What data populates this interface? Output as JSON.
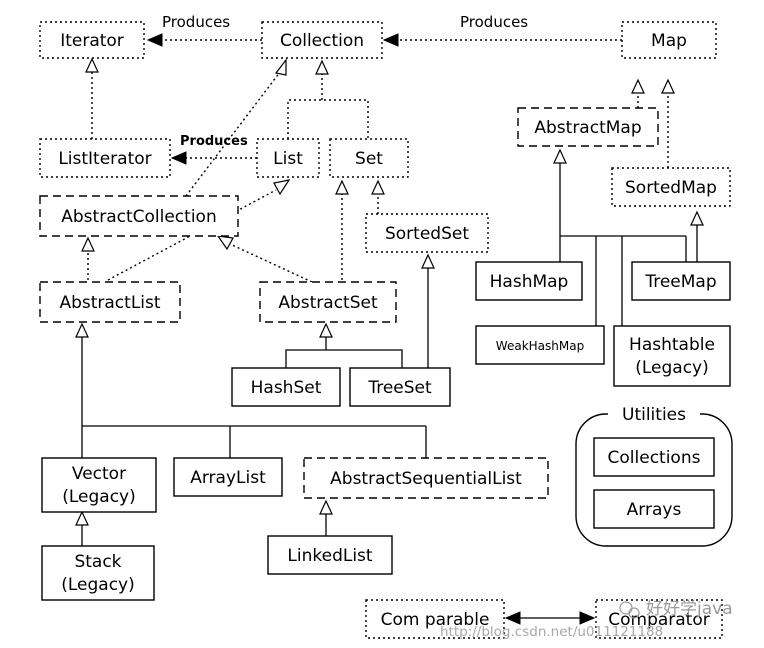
{
  "relations": {
    "produces_top_left": "Produces",
    "produces_top_right": "Produces",
    "produces_list": "Produces"
  },
  "nodes": {
    "iterator": "Iterator",
    "collection": "Collection",
    "map": "Map",
    "list_iterator": "ListIterator",
    "list": "List",
    "set": "Set",
    "abstract_map": "AbstractMap",
    "abstract_collection": "AbstractCollection",
    "sorted_set": "SortedSet",
    "sorted_map": "SortedMap",
    "abstract_list": "AbstractList",
    "abstract_set": "AbstractSet",
    "hash_map": "HashMap",
    "tree_map": "TreeMap",
    "weak_hash_map": "WeakHashMap",
    "hashtable": [
      "Hashtable",
      "(Legacy)"
    ],
    "hash_set": "HashSet",
    "tree_set": "TreeSet",
    "vector": [
      "Vector",
      "(Legacy)"
    ],
    "array_list": "ArrayList",
    "abstract_sequential_list": "AbstractSequentialList",
    "stack": [
      "Stack",
      "(Legacy)"
    ],
    "linked_list": "LinkedList",
    "comparable": "Com parable",
    "comparator": "Comparator"
  },
  "utilities": {
    "title": "Utilities",
    "collections": "Collections",
    "arrays": "Arrays"
  },
  "watermark": {
    "url": "http://blog.csdn.net/u011121188",
    "brand": "好好学java"
  }
}
